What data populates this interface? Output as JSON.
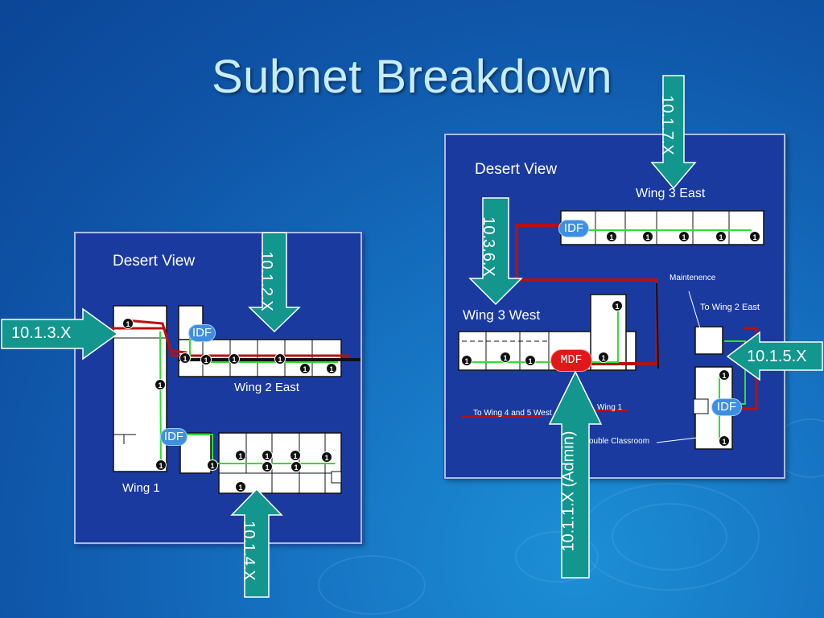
{
  "slide": {
    "title": "Subnet Breakdown"
  },
  "left_plan": {
    "title": "Desert View",
    "wing_labels": {
      "wing2_east": "Wing 2 East",
      "wing1": "Wing 1"
    },
    "idf_badges": [
      "IDF",
      "IDF"
    ],
    "drop_marker": "1"
  },
  "right_plan": {
    "title": "Desert View",
    "wing_labels": {
      "wing3_east": "Wing 3 East",
      "wing3_west": "Wing 3 West",
      "maintenance": "Maintenence",
      "to_wing2_east": "To Wing 2 East",
      "to_wing45_west": "To Wing 4 and 5 West",
      "wing1": "Wing 1",
      "double_classroom": "ouble Classroom"
    },
    "idf_badges": [
      "IDF",
      "IDF"
    ],
    "mdf_badge": "MDF",
    "drop_marker": "1"
  },
  "subnets": {
    "a": "10.1.3.X",
    "b": "10.1.2.X",
    "c": "10.1.4.X",
    "d": "10.1.7.X",
    "e": "10.3.6.X",
    "f": "10.1.5.X",
    "g": "10.1.1.X (Admin)"
  },
  "colors": {
    "arrow_fill": "#12968e",
    "arrow_stroke": "#ffffff",
    "plan_bg": "#1a3aa0",
    "cable_red": "#b81010",
    "cable_green": "#2ee02e"
  }
}
